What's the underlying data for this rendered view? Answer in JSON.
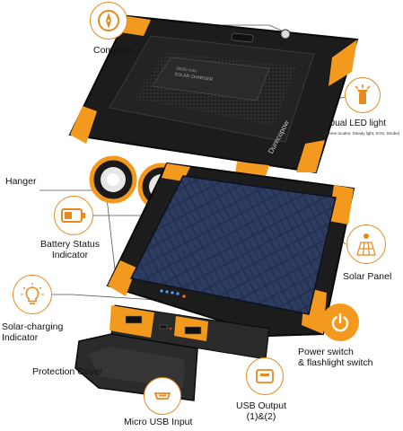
{
  "callouts": {
    "compass": "Compass",
    "dual_led": "Dual LED light",
    "dual_led_sub": "(Three modes: Steady light, SOS, Strobe)",
    "hanger": "Hanger",
    "battery_status": "Battery Status\nIndicator",
    "solar_panel": "Solar Panel",
    "solar_charging": "Solar-charging\nIndicator",
    "power_switch": "Power switch\n& flashlight switch",
    "protection_cover": "Protection Cover",
    "micro_usb": "Micro USB Input",
    "usb_output": "USB Output\n(1)&(2)"
  },
  "product": {
    "brand_text": "Durecopow",
    "top_label": "SOLAR CHARGER",
    "top_label_small": "30000 mAh"
  },
  "colors": {
    "accent": "#f39a1e",
    "body_dark": "#1c1c1c",
    "panel_blue": "#1f2a44",
    "line": "#444444"
  },
  "icons": [
    "compass-icon",
    "flashlight-icon",
    "battery-icon",
    "solar-panel-icon",
    "lightbulb-icon",
    "power-icon",
    "usb-port-icon",
    "micro-usb-icon"
  ]
}
